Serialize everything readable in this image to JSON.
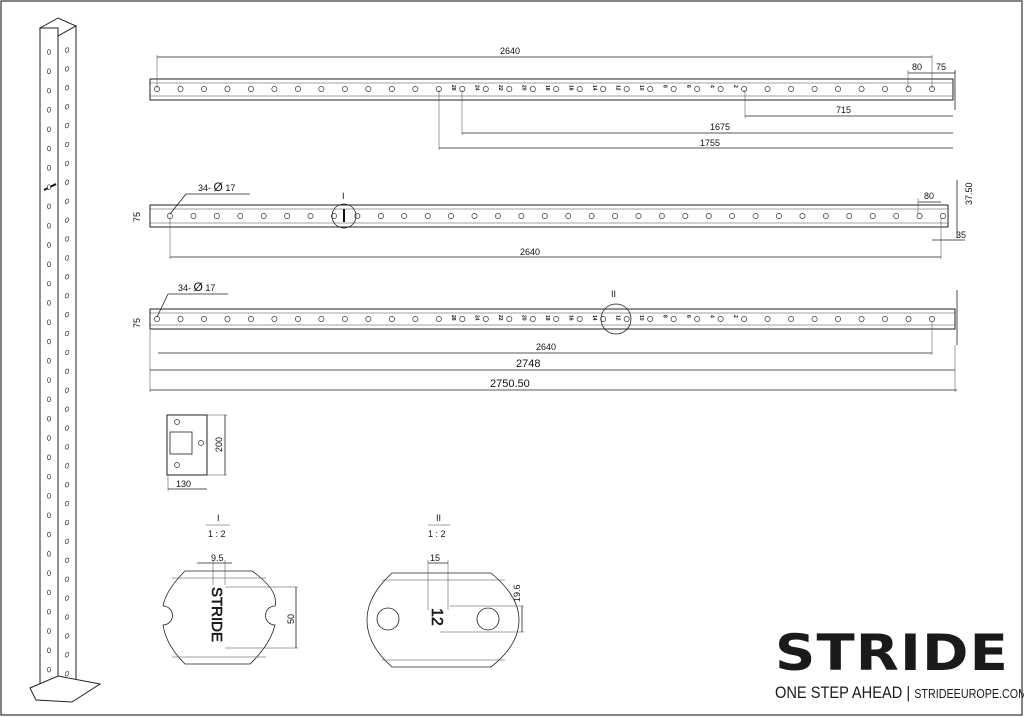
{
  "drawing": {
    "bar_top": {
      "hole_count": 34,
      "hole_numbers": [
        "28",
        "24",
        "22",
        "20",
        "18",
        "16",
        "14",
        "12",
        "10",
        "8",
        "6",
        "4",
        "2"
      ],
      "dims": {
        "overall_holes": "2640",
        "spacing": "80",
        "end": "75",
        "d715": "715",
        "d1675": "1675",
        "d1755": "1755"
      }
    },
    "bar_middle": {
      "hole_count": 34,
      "callout": "34-",
      "diameter_symbol": "Ø",
      "diameter": "17",
      "detail_marker": "I",
      "dims": {
        "width": "75",
        "spacing": "80",
        "half_width": "37.50",
        "end": "35",
        "overall_holes": "2640"
      }
    },
    "bar_bottom": {
      "hole_count": 34,
      "callout": "34-",
      "diameter_symbol": "Ø",
      "diameter": "17",
      "detail_marker": "II",
      "hole_numbers": [
        "28",
        "24",
        "22",
        "20",
        "18",
        "16",
        "14",
        "12",
        "10",
        "8",
        "6",
        "4",
        "2"
      ],
      "dims": {
        "width": "75",
        "overall_holes": "2640",
        "length": "2748",
        "overall": "2750.50"
      }
    },
    "base_plate": {
      "dims": {
        "height": "200",
        "width": "130"
      }
    },
    "detail_1": {
      "label": "I",
      "scale": "1 : 2",
      "engraving": "STRIDE",
      "dims": {
        "text_width": "9.5",
        "text_length": "50"
      }
    },
    "detail_2": {
      "label": "II",
      "scale": "1 : 2",
      "engraving": "12",
      "dims": {
        "text_width": "15",
        "text_height": "19.6"
      }
    }
  },
  "logo": {
    "brand": "STRIDE",
    "tagline": "ONE STEP AHEAD",
    "separator": "|",
    "website": "STRIDEEUROPE.COM"
  },
  "colors": {
    "line": "#222222",
    "background": "#ffffff",
    "logo": "#1a1a1a"
  }
}
